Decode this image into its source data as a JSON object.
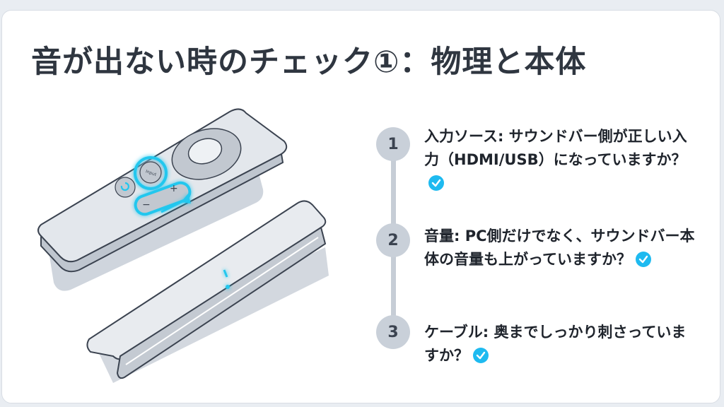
{
  "title": "音が出ない時のチェック①：物理と本体",
  "illustration": {
    "remote": {
      "source_button_label": "Input",
      "back_icon": "back-arrow-icon",
      "volume_minus": "−",
      "volume_plus": "+",
      "highlight_color": "#22c7ee"
    },
    "soundbar": {
      "indicator_color": "#22c7ee"
    }
  },
  "steps": [
    {
      "number": "1",
      "text": "入力ソース: サウンドバー側が正しい入力（HDMI/USB）になっていますか？",
      "checked": true
    },
    {
      "number": "2",
      "text": "音量: PC側だけでなく、サウンドバー本体の音量も上がっていますか？",
      "checked": true
    },
    {
      "number": "3",
      "text": "ケーブル: 奥までしっかり刺さっていますか？",
      "checked": true
    }
  ],
  "colors": {
    "accent": "#1ebaf0",
    "title": "#2f3640",
    "step_circle": "#c9d0d9",
    "timeline": "#c6cdd6"
  }
}
